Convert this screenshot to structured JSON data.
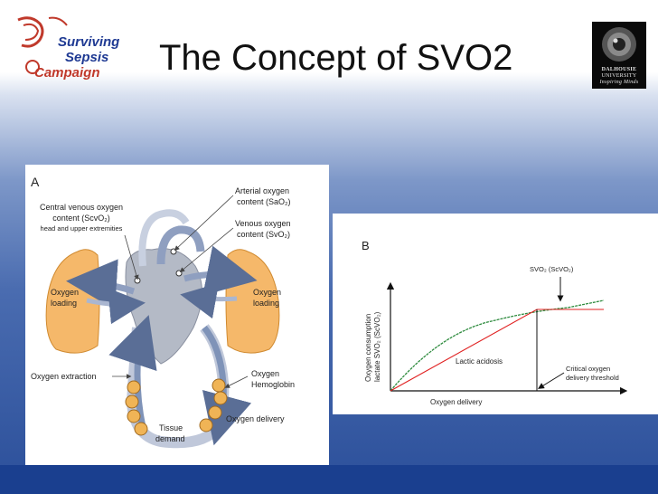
{
  "slide": {
    "title": "The Concept of SVO2",
    "logo": {
      "line1": "Surviving",
      "line2": "Sepsis",
      "line3": "Campaign"
    },
    "dalhousie": {
      "line1": "DALHOUSIE",
      "line2": "UNIVERSITY",
      "line3": "Inspiring Minds"
    }
  },
  "panel_a": {
    "letter": "A",
    "central_venous": [
      "Central venous oxygen",
      "content (ScvO₂)",
      "head and upper extremities"
    ],
    "arterial": [
      "Arterial oxygen",
      "content (SaO₂)"
    ],
    "venous": [
      "Venous oxygen",
      "content (SvO₂)"
    ],
    "oxygen_loading_left": [
      "Oxygen",
      "loading"
    ],
    "oxygen_loading_right": [
      "Oxygen",
      "loading"
    ],
    "oxygen_extraction": "Oxygen extraction",
    "oxygen_hemoglobin": [
      "Oxygen",
      "Hemoglobin"
    ],
    "oxygen_delivery": "Oxygen delivery",
    "tissue_demand": [
      "Tissue",
      "demand"
    ]
  },
  "panel_b": {
    "letter": "B",
    "ylabel_1": "Oxygen consumption",
    "ylabel_2": "lactate SVO₂ (ScVO₂)",
    "xlabel": "Oxygen delivery",
    "svo2_label": "SVO₂ (ScVO₂)",
    "lactic_acidosis": "Lactic acidosis",
    "critical_1": "Critical oxygen",
    "critical_2": "delivery threshold"
  },
  "colors": {
    "green_curve": "#2e8b3e",
    "red_line": "#e02020",
    "lung": "#f5b86a",
    "vessel": "#7f93b8",
    "heart": "#b4bac6",
    "bottom_bar": "#1a3f8f"
  }
}
